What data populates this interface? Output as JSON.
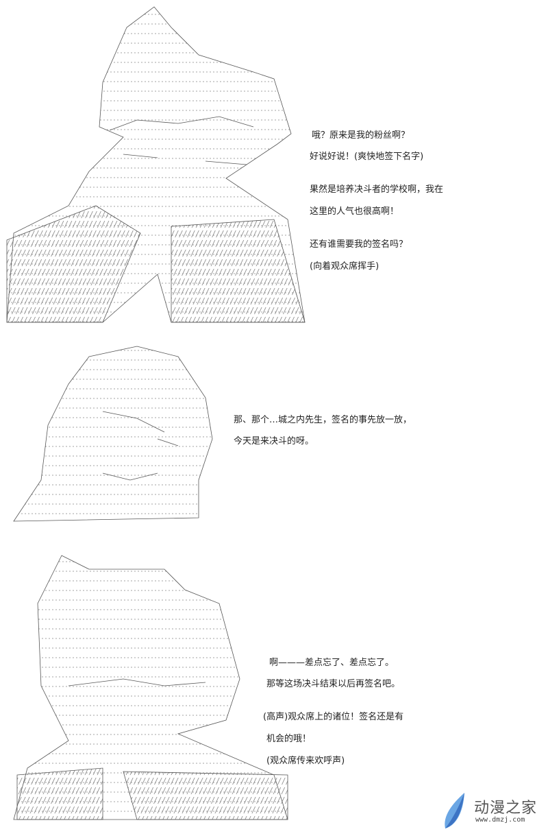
{
  "panels": [
    {
      "lines": [
        "哦？原来是我的粉丝啊？",
        "好说好说！(爽快地签下名字)",
        "果然是培养决斗者的学校啊，我在",
        "这里的人气也很高啊！",
        "还有谁需要我的签名吗？",
        "(向着观众席挥手)"
      ]
    },
    {
      "lines": [
        "那、那个…城之内先生，签名的事先放一放，",
        "今天是来决斗的呀。"
      ]
    },
    {
      "lines": [
        "啊———差点忘了、差点忘了。",
        "那等这场决斗结束以后再签名吧。",
        "(高声)观众席上的诸位！签名还是有",
        "机会的哦！",
        "(观众席传来欢呼声)"
      ]
    }
  ],
  "watermark": {
    "name": "动漫之家",
    "url": "www.dmzj.com",
    "color": "#5b8fd6"
  }
}
